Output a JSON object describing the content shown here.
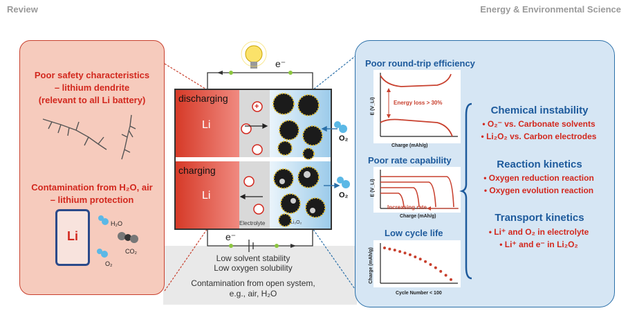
{
  "header": {
    "left": "Review",
    "right": "Energy & Environmental Science"
  },
  "left_panel": {
    "safety_line1": "Poor safety characteristics",
    "safety_line2": "– lithium dendrite",
    "safety_line3": "(relevant to all Li battery)",
    "contam_line1": "Contamination from H₂O, air",
    "contam_line2": "– lithium protection",
    "li_label": "Li",
    "h2o": "H₂O",
    "co2": "CO₂",
    "o2": "O₂"
  },
  "center": {
    "electron_top": "e⁻",
    "electron_bottom": "e⁻",
    "discharging": "discharging",
    "charging": "charging",
    "li_top": "Li",
    "li_bottom": "Li",
    "o2_top": "O₂",
    "o2_bottom": "O₂",
    "electrolyte": "Electrolyte",
    "li2o2": "Li₂O₂",
    "plus": "+",
    "issue1": "Low solvent stability",
    "issue2": "Low oxygen solubility",
    "issue3": "Contamination from open system,",
    "issue4": "e.g.,  air, H₂O"
  },
  "right_panel": {
    "efficiency_title": "Poor round-trip efficiency",
    "efficiency_ylabel": "E (V_Li)",
    "efficiency_xlabel": "Charge (mAh/g)",
    "energy_loss": "Energy loss > 30%",
    "rate_title": "Poor rate capability",
    "rate_ylabel": "E (V_Li)",
    "rate_xlabel": "Charge (mAh/g)",
    "increasing_rate": "Increasing rate",
    "cycle_title": "Low cycle life",
    "cycle_ylabel": "Charge (mAh/g)",
    "cycle_xlabel": "Cycle Number < 100",
    "chem_heading": "Chemical instability",
    "chem_b1": "• O₂⁻ vs. Carbonate solvents",
    "chem_b2": "• Li₂O₂ vs. Carbon electrodes",
    "react_heading": "Reaction kinetics",
    "react_b1": "• Oxygen reduction reaction",
    "react_b2": "• Oxygen evolution reaction",
    "trans_heading": "Transport kinetics",
    "trans_b1": "• Li⁺ and O₂ in electrolyte",
    "trans_b2": "• Li⁺ and e⁻ in Li₂O₂"
  },
  "colors": {
    "accent_red": "#d2281e",
    "accent_blue": "#1d5a9c",
    "left_bg": "#f6cbbd",
    "right_bg": "#d6e6f4"
  },
  "chart_data": {
    "type": "scatter",
    "title": "Low cycle life",
    "xlabel": "Cycle Number < 100",
    "ylabel": "Charge (mAh/g)",
    "x": [
      1,
      2,
      3,
      4,
      5,
      6,
      7,
      8,
      9,
      10,
      11,
      12,
      13,
      14
    ],
    "values": [
      0.98,
      0.95,
      0.92,
      0.88,
      0.84,
      0.79,
      0.73,
      0.67,
      0.6,
      0.52,
      0.43,
      0.33,
      0.22,
      0.1
    ]
  }
}
